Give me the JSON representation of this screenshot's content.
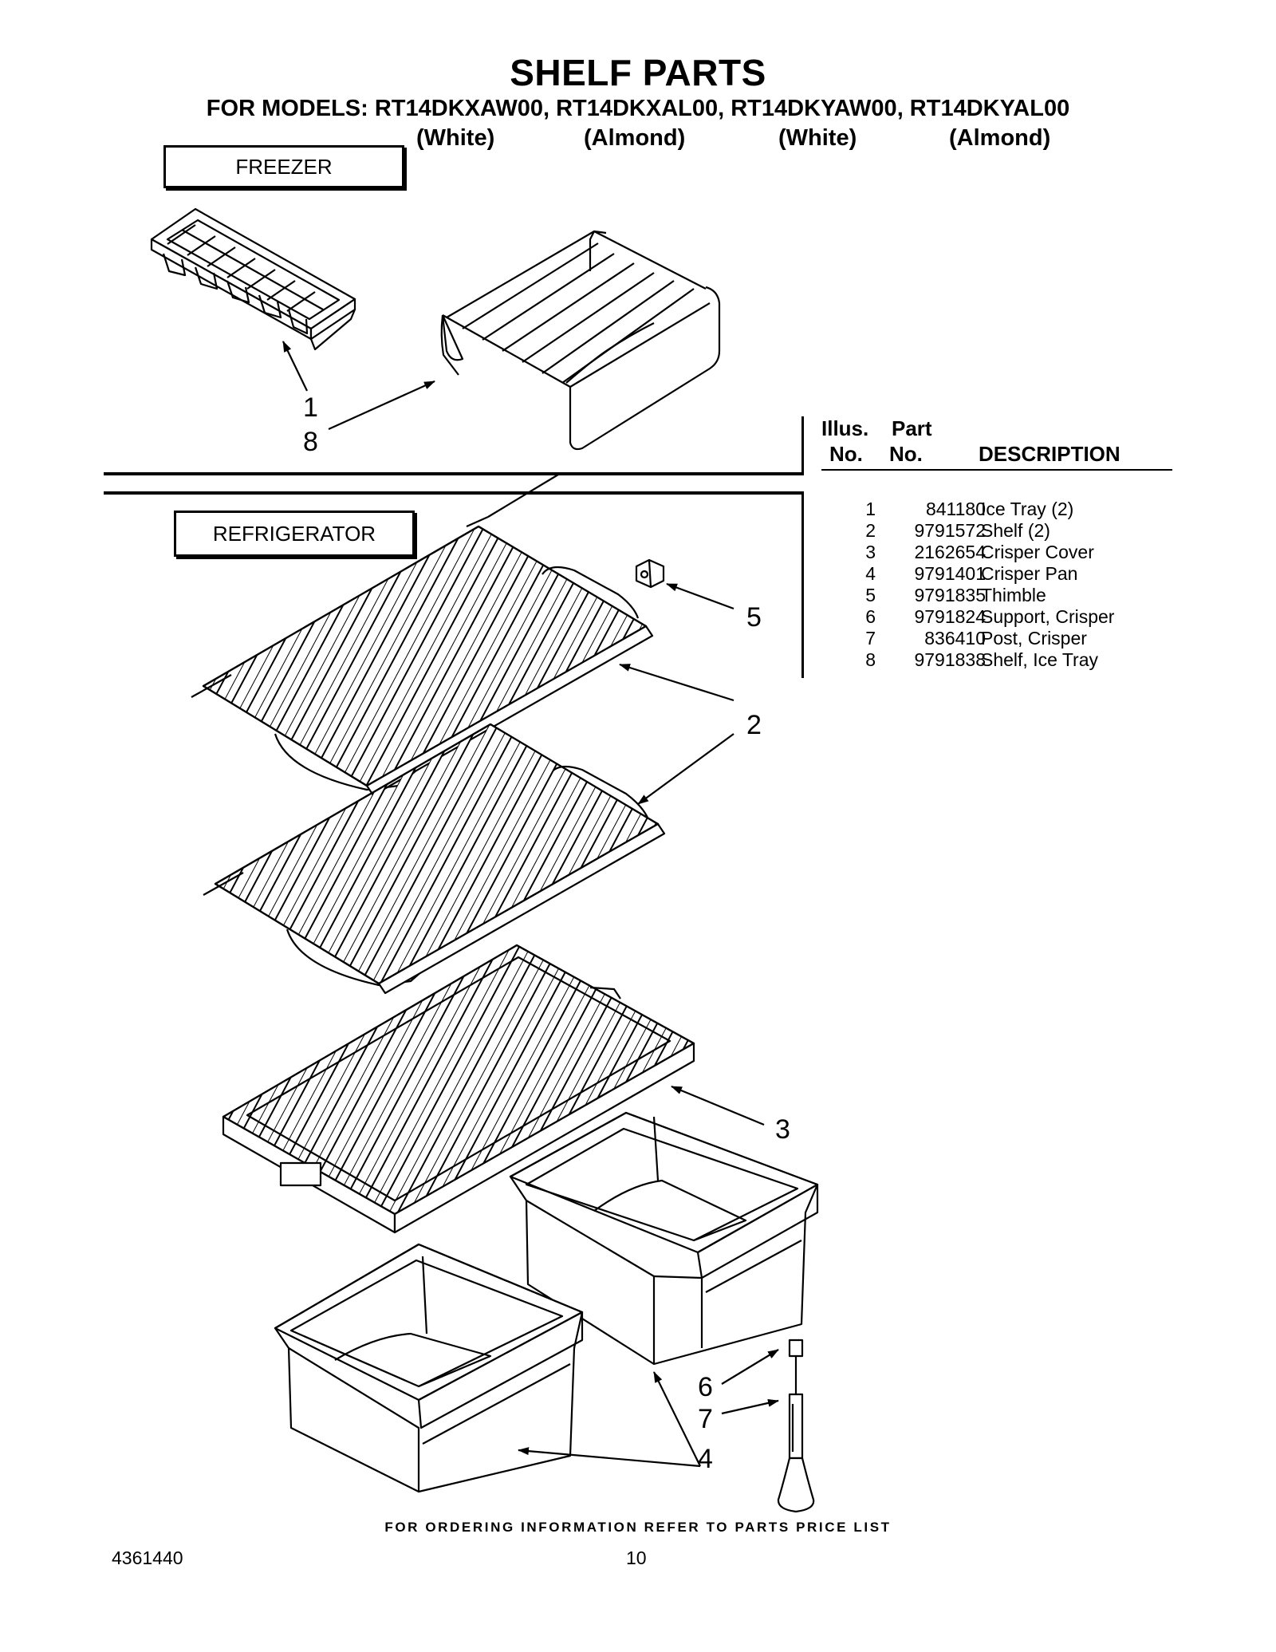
{
  "header": {
    "title": "SHELF PARTS",
    "models_line": "FOR MODELS: RT14DKXAW00, RT14DKXAL00, RT14DKYAW00, RT14DKYAL00",
    "variants": [
      "(White)",
      "(Almond)",
      "(White)",
      "(Almond)"
    ]
  },
  "sections": {
    "freezer": "FREEZER",
    "refrigerator": "REFRIGERATOR"
  },
  "parts_table": {
    "headers": {
      "illus_top": "Illus.",
      "illus_bottom": "No.",
      "part_top": "Part",
      "part_bottom": "No.",
      "description": "DESCRIPTION"
    },
    "rows": [
      {
        "illus": "1",
        "part": "841180",
        "description": "Ice Tray (2)"
      },
      {
        "illus": "2",
        "part": "9791572",
        "description": "Shelf (2)"
      },
      {
        "illus": "3",
        "part": "2162654",
        "description": "Crisper Cover"
      },
      {
        "illus": "4",
        "part": "9791401",
        "description": "Crisper Pan"
      },
      {
        "illus": "5",
        "part": "9791835",
        "description": "Thimble"
      },
      {
        "illus": "6",
        "part": "9791824",
        "description": "Support, Crisper"
      },
      {
        "illus": "7",
        "part": "836410",
        "description": "Post, Crisper"
      },
      {
        "illus": "8",
        "part": "9791838",
        "description": "Shelf, Ice Tray"
      }
    ]
  },
  "callouts": [
    "1",
    "8",
    "5",
    "2",
    "3",
    "6",
    "7",
    "4"
  ],
  "footer": {
    "note": "FOR ORDERING INFORMATION REFER TO PARTS PRICE LIST",
    "doc_number": "4361440",
    "page_number": "10"
  }
}
